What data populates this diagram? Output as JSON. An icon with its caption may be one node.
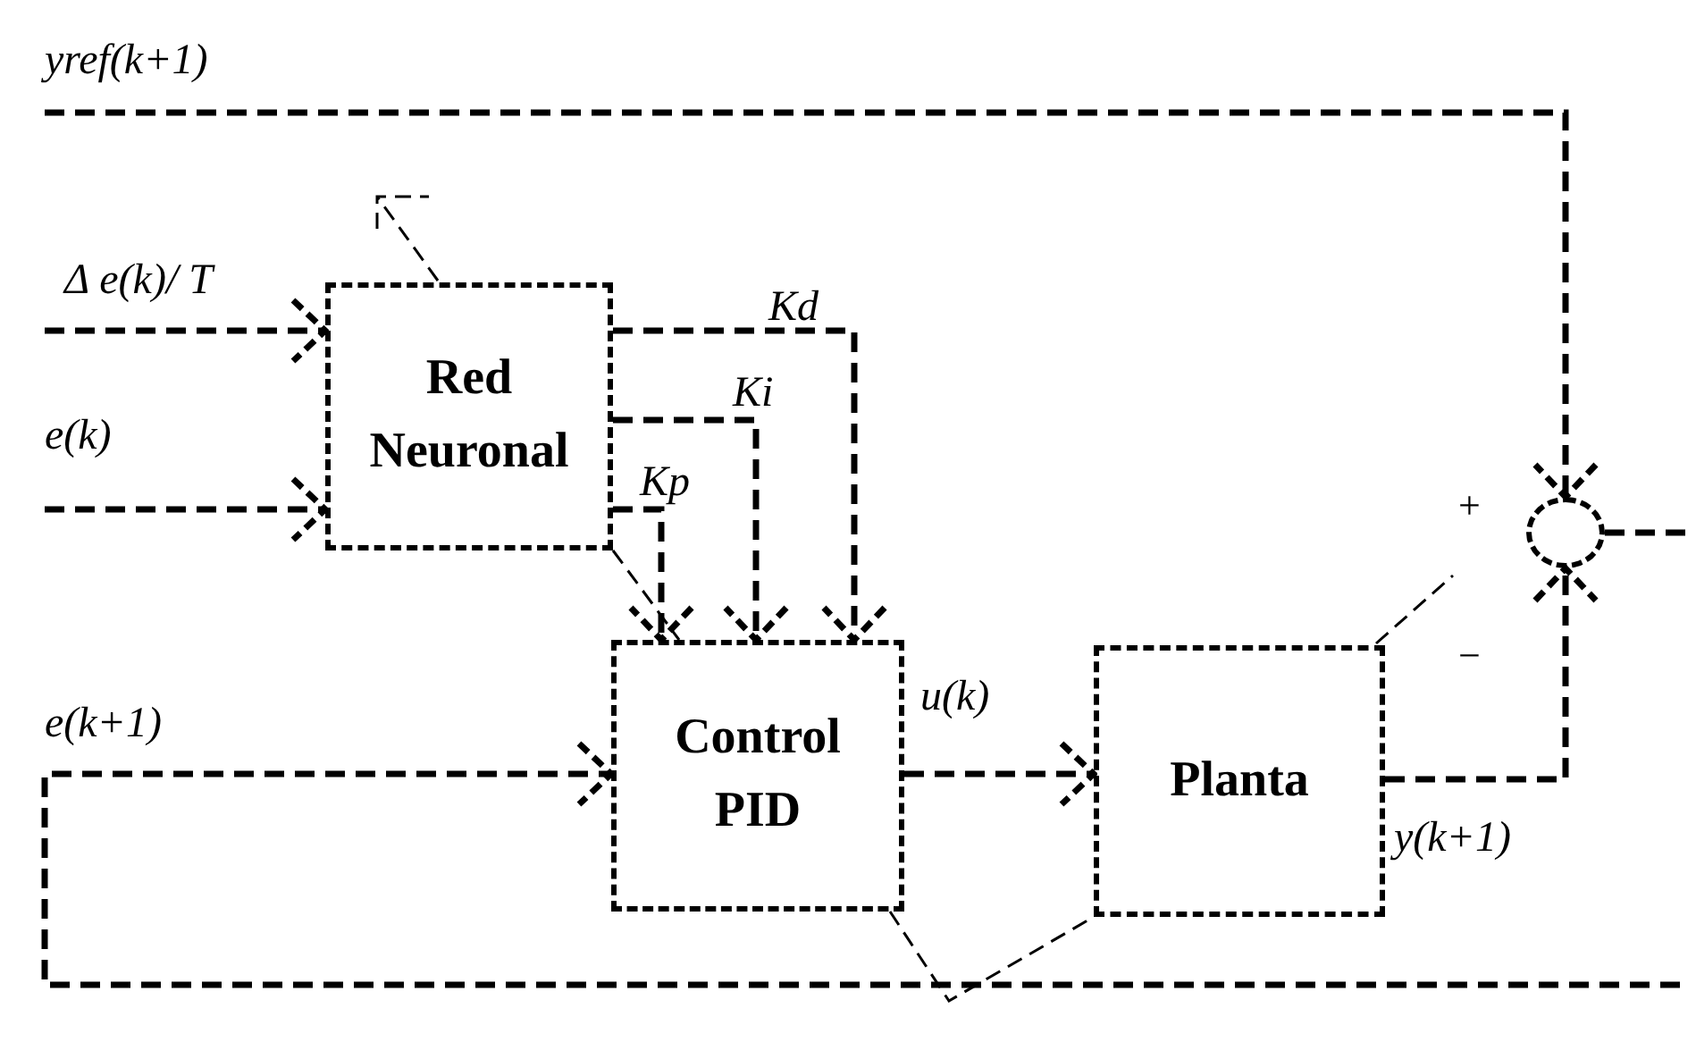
{
  "diagram": {
    "nodes": [
      {
        "text": [
          "Red Neuronal"
        ]
      },
      {
        "text": [
          "Control PID"
        ]
      },
      {
        "text": [
          "Planta"
        ]
      },
      {
        "text": [],
        "shape": "circle"
      }
    ],
    "edges": [
      {
        "from": null,
        "to": 3,
        "arrow": "to",
        "label": "yref(k+1)"
      },
      {
        "from": null,
        "to": 0,
        "arrow": "to",
        "label": "Δ e(k)/ T"
      },
      {
        "from": null,
        "to": 0,
        "arrow": "to",
        "label": "e(k)"
      },
      {
        "from": 0,
        "to": 1,
        "arrow": "to",
        "label": "Kd"
      },
      {
        "from": 0,
        "to": 1,
        "arrow": "to",
        "label": "Ki"
      },
      {
        "from": 0,
        "to": 1,
        "arrow": "to",
        "label": "Kp"
      },
      {
        "from": 1,
        "to": 2,
        "arrow": "to",
        "label": "u(k)"
      },
      {
        "from": 2,
        "to": 3,
        "arrow": "to",
        "label": "y(k+1)"
      },
      {
        "from": 3,
        "to": null,
        "arrow": "none"
      },
      {
        "from": null,
        "to": 1,
        "arrow": "to",
        "label": "e(k+1)"
      },
      {
        "from": 0,
        "to": 1,
        "arrow": "none",
        "style": "dashed"
      },
      {
        "from": 1,
        "to": 2,
        "arrow": "none",
        "style": "dashed"
      }
    ],
    "labels": [
      "+",
      "−"
    ]
  }
}
